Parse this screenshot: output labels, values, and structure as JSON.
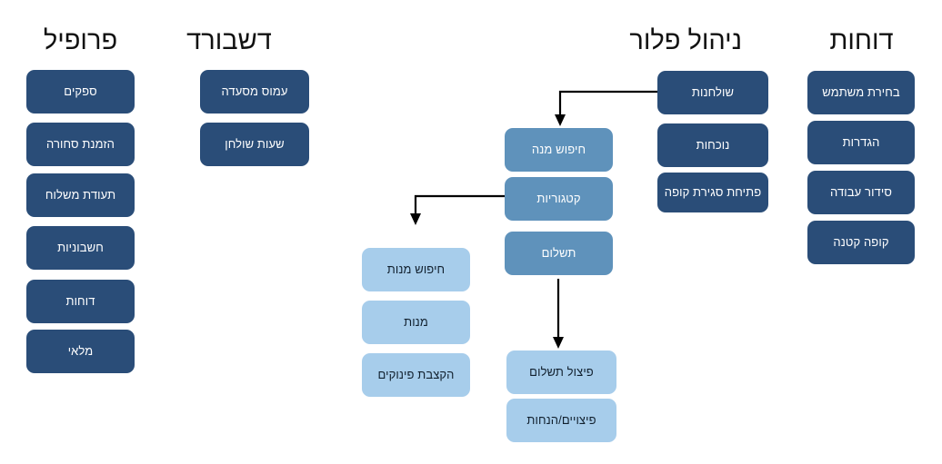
{
  "diagram": {
    "title": "Hebrew POS application sitemap",
    "colors": {
      "dark_blue": "#2a4d78",
      "mid_blue": "#5f92bb",
      "light_blue": "#a7cdeb",
      "background": "#ffffff",
      "arrow": "#000000",
      "dark_text": "#ffffff",
      "light_text": "#11202e"
    }
  },
  "columns": [
    {
      "id": "reports",
      "title": "דוחות",
      "style": "dark",
      "items": [
        {
          "label": "ספקים"
        },
        {
          "label": "הזמנת סחורה"
        },
        {
          "label": "תעודת משלוח"
        },
        {
          "label": "חשבוניות"
        },
        {
          "label": "דוחות"
        },
        {
          "label": "מלאי"
        }
      ]
    },
    {
      "id": "floor-management",
      "title": "ניהול פלור",
      "style": "dark",
      "items": [
        {
          "label": "עמוס מסעדה"
        },
        {
          "label": "שעות שולחן"
        }
      ]
    },
    {
      "id": "dishes",
      "title": "",
      "style": "light",
      "items": [
        {
          "label": "חיפוש מנות"
        },
        {
          "label": "מנות"
        },
        {
          "label": "הקצבת פינוקים"
        }
      ]
    },
    {
      "id": "order-flow",
      "title": "",
      "style": "mid",
      "items": [
        {
          "label": "חיפוש מנה"
        },
        {
          "label": "קטגוריות"
        },
        {
          "label": "תשלום"
        }
      ]
    },
    {
      "id": "payment-flow",
      "title": "",
      "style": "light",
      "items": [
        {
          "label": "פיצול תשלום"
        },
        {
          "label": "פיצויים/הנחות"
        }
      ]
    },
    {
      "id": "dashboard",
      "title": "דשבורד",
      "style": "dark",
      "items": [
        {
          "label": "שולחנות"
        },
        {
          "label": "נוכחות"
        },
        {
          "label": "פתיחת סגירת קופה"
        }
      ]
    },
    {
      "id": "profile",
      "title": "פרופיל",
      "style": "dark",
      "items": [
        {
          "label": "בחירת משתמש"
        },
        {
          "label": "הגדרות"
        },
        {
          "label": "סידור עבודה"
        },
        {
          "label": "קופה קטנה"
        }
      ]
    }
  ],
  "connections": [
    {
      "id": "tables-to-dish-search",
      "from": "שולחנות",
      "to": "חיפוש מנה"
    },
    {
      "id": "categories-to-dish-list",
      "from": "קטגוריות",
      "to": "חיפוש מנות"
    },
    {
      "id": "payment-to-split-payment",
      "from": "תשלום",
      "to": "פיצול תשלום"
    }
  ]
}
